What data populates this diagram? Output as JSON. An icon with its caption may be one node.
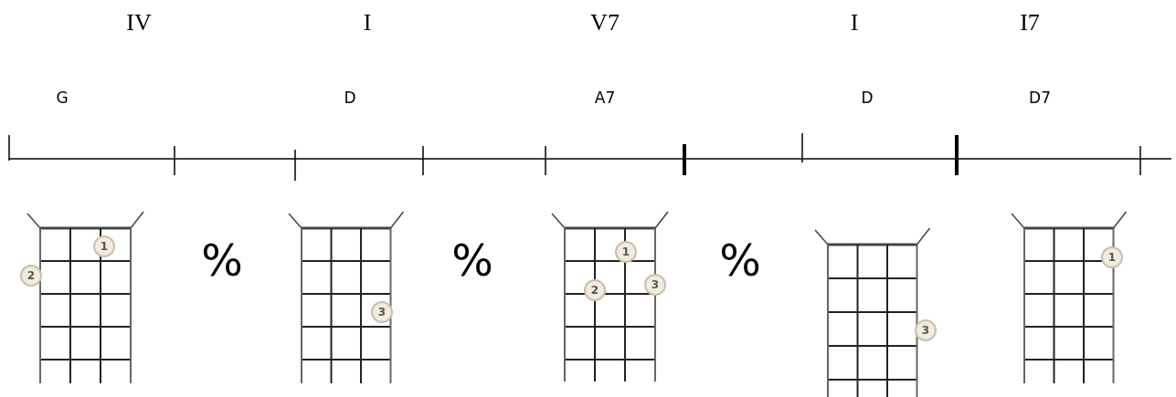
{
  "diagram": {
    "labels": [
      "IV",
      "I",
      "V7",
      "I",
      "I7",
      "G",
      "D",
      "A7",
      "D",
      "D7",
      "1",
      "2",
      "%",
      "3",
      "%",
      "1",
      "2",
      "3",
      "%",
      "3",
      "1"
    ]
  }
}
